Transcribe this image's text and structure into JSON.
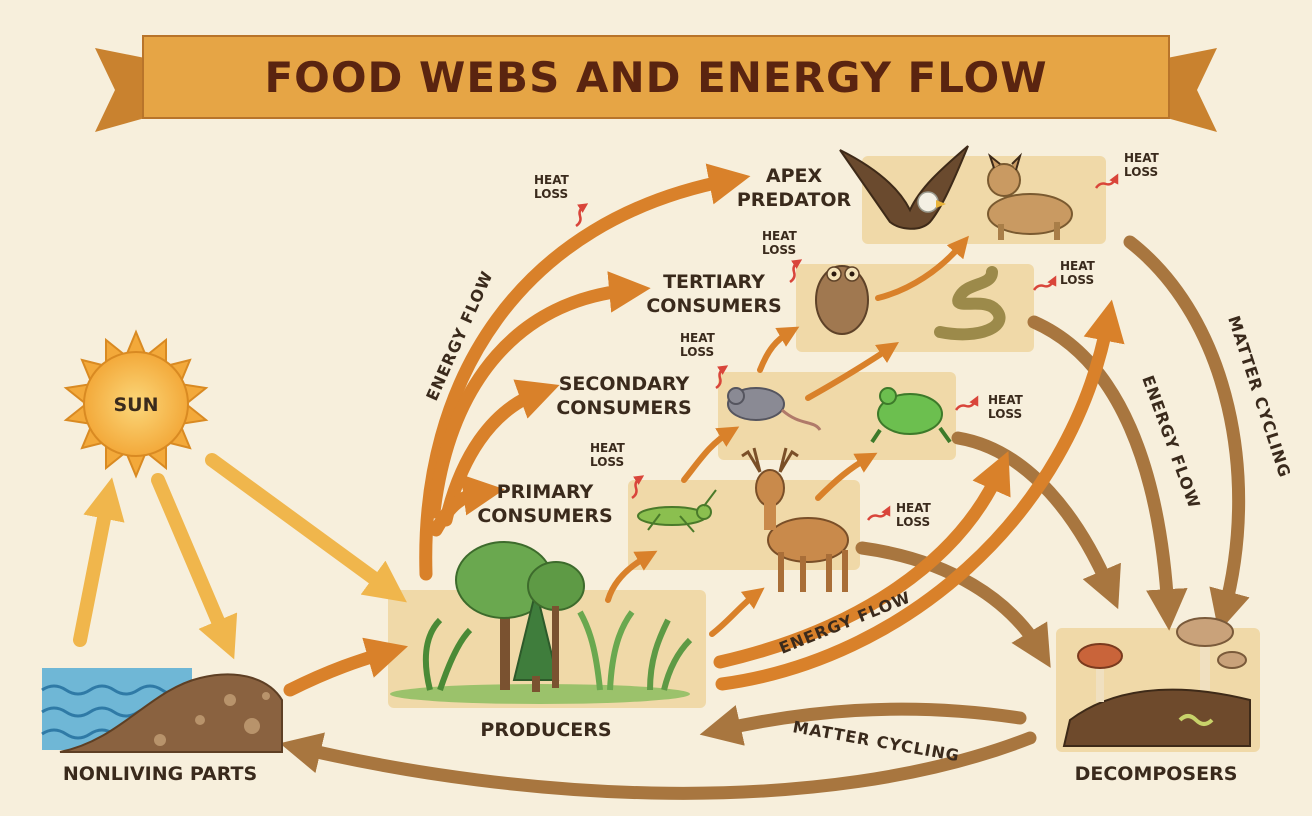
{
  "title": "FOOD WEBS AND ENERGY FLOW",
  "sun_label": "SUN",
  "levels": {
    "producers": "PRODUCERS",
    "primary": [
      "PRIMARY",
      "CONSUMERS"
    ],
    "secondary": [
      "SECONDARY",
      "CONSUMERS"
    ],
    "tertiary": [
      "TERTIARY",
      "CONSUMERS"
    ],
    "apex": [
      "APEX",
      "PREDATOR"
    ],
    "nonliving": "NONLIVING PARTS",
    "decomposers": "DECOMPOSERS"
  },
  "flows": {
    "energy_flow": "ENERGY FLOW",
    "matter_cycling": "MATTER CYCLING"
  },
  "heat_loss": [
    "HEAT",
    "LOSS"
  ],
  "colors": {
    "background": "#f7efdc",
    "banner": "#e6a545",
    "energy_arrow": "#d9812a",
    "matter_arrow": "#a8763f",
    "sun_arrow": "#f0b64c",
    "panel": "#f0d9a8"
  }
}
